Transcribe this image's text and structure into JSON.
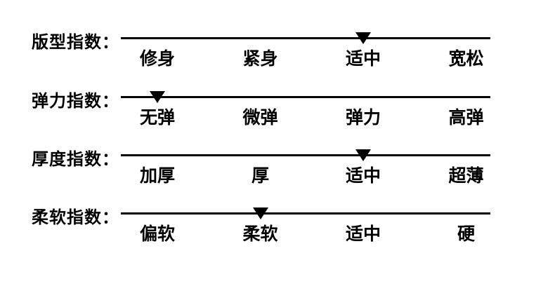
{
  "colors": {
    "ink": "#000000",
    "background": "#ffffff"
  },
  "rows": [
    {
      "title": "版型指数：",
      "options": [
        "修身",
        "紧身",
        "适中",
        "宽松"
      ],
      "selected_index": 2,
      "selected": "适中"
    },
    {
      "title": "弹力指数：",
      "options": [
        "无弹",
        "微弹",
        "弹力",
        "高弹"
      ],
      "selected_index": 0,
      "selected": "无弹"
    },
    {
      "title": "厚度指数：",
      "options": [
        "加厚",
        "厚",
        "适中",
        "超薄"
      ],
      "selected_index": 2,
      "selected": "适中"
    },
    {
      "title": "柔软指数：",
      "options": [
        "偏软",
        "柔软",
        "适中",
        "硬"
      ],
      "selected_index": 1,
      "selected": "柔软"
    }
  ],
  "chart_data": {
    "type": "table",
    "title": "",
    "description": "Product attribute index scales; a down-triangle marker on each horizontal scale line indicates the selected value",
    "rows": [
      {
        "label": "版型指数",
        "scale": [
          "修身",
          "紧身",
          "适中",
          "宽松"
        ],
        "value": "适中",
        "value_index": 2
      },
      {
        "label": "弹力指数",
        "scale": [
          "无弹",
          "微弹",
          "弹力",
          "高弹"
        ],
        "value": "无弹",
        "value_index": 0
      },
      {
        "label": "厚度指数",
        "scale": [
          "加厚",
          "厚",
          "适中",
          "超薄"
        ],
        "value": "适中",
        "value_index": 2
      },
      {
        "label": "柔软指数",
        "scale": [
          "偏软",
          "柔软",
          "适中",
          "硬"
        ],
        "value": "柔软",
        "value_index": 1
      }
    ],
    "legend_position": "none",
    "grid": false
  }
}
